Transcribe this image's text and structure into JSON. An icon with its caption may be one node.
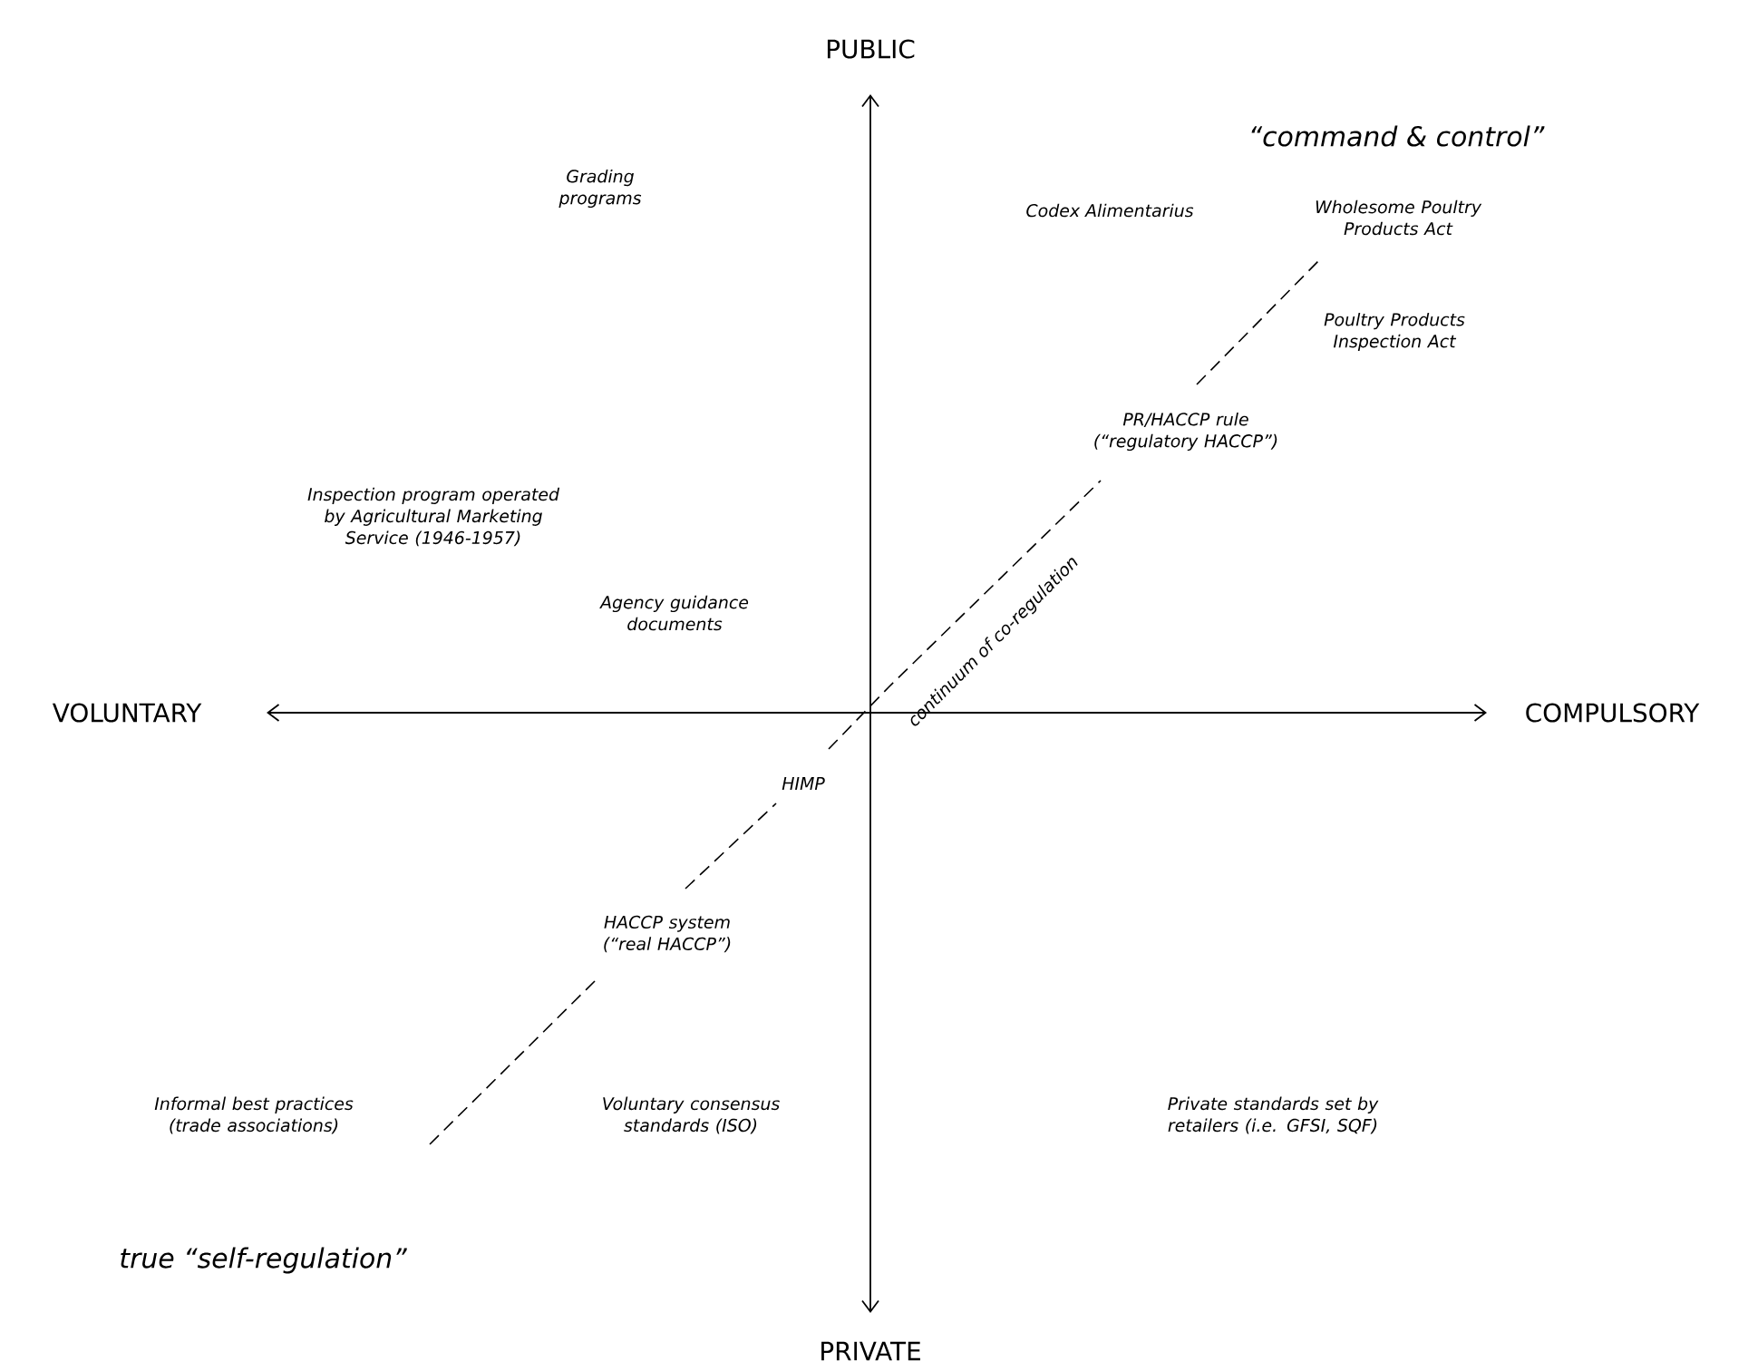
{
  "diagram": {
    "labels": [
      "PUBLIC",
      "“command & control”",
      "Grading programs",
      "Codex Alimentarius",
      "Wholesome Poultry Products Act",
      "Poultry Products Inspection Act",
      "Inspection program operated by Agricultural Marketing Service (1946-1957)",
      "PR/HACCP rule (“regulatory HACCP”)",
      "Agency guidance documents",
      "continuum of co-regulation",
      "VOLUNTARY",
      "COMPULSORY",
      "HIMP",
      "HACCP system (“real HACCP”)",
      "Informal best practices (trade associations)",
      "Voluntary consensus standards (ISO)",
      "Private standards set by retailers (i.e. GFSI, SQF)",
      "true “self-regulation”",
      "PRIVATE"
    ]
  }
}
